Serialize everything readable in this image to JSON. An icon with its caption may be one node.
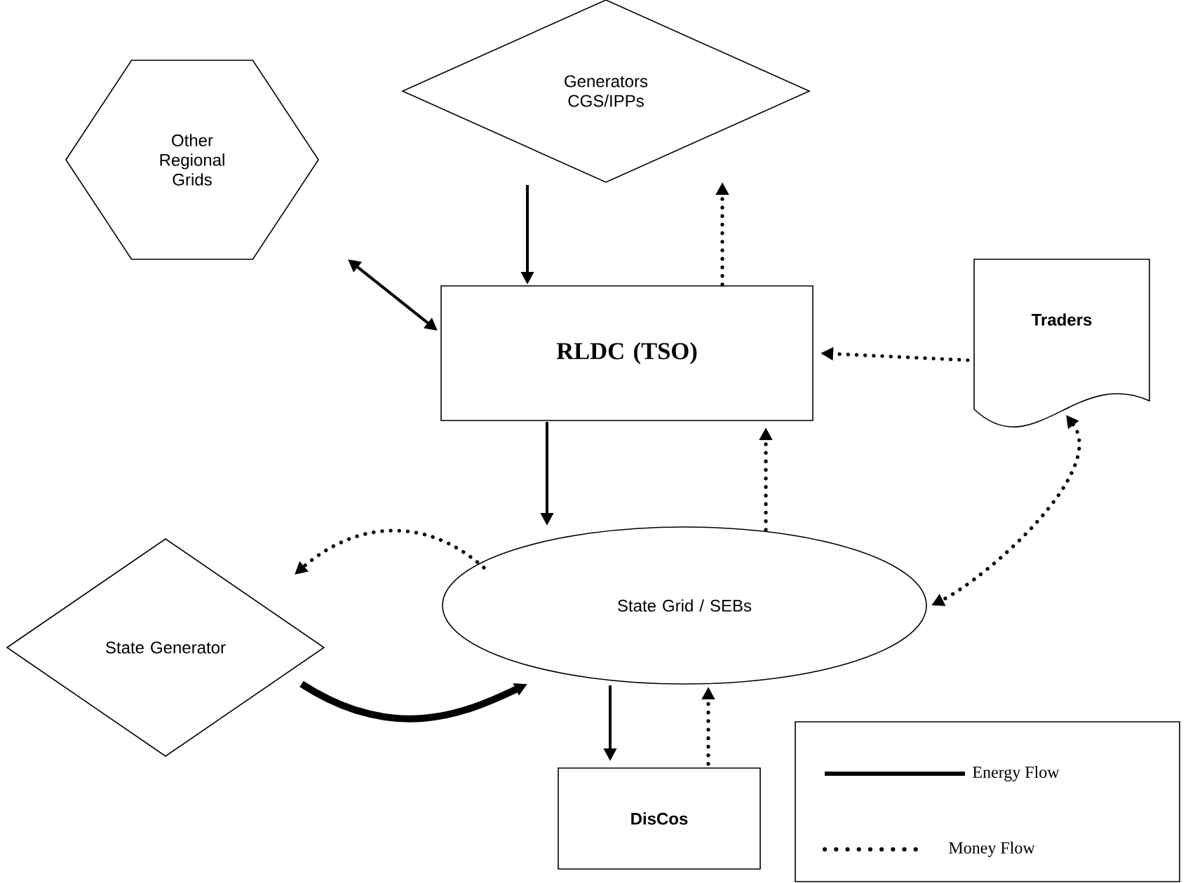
{
  "diagram": {
    "nodes": [
      {
        "text": [
          "Generators CGS/IPPs"
        ]
      },
      {
        "text": [
          "Other Regional Grids"
        ]
      },
      {
        "text": [
          "RLDC (TSO)"
        ]
      },
      {
        "text": [
          "Traders"
        ]
      },
      {
        "text": [
          "State Grid / SEBs"
        ]
      },
      {
        "text": [
          "State Generator"
        ]
      },
      {
        "text": [
          "DisCos"
        ]
      }
    ],
    "edges": [
      {
        "from": 0,
        "to": 2,
        "arrow": "to"
      },
      {
        "from": 1,
        "to": 2,
        "arrow": "both"
      },
      {
        "from": 2,
        "to": 0,
        "arrow": "to",
        "style": "dashed"
      },
      {
        "from": 3,
        "to": 2,
        "arrow": "to",
        "style": "dashed"
      },
      {
        "from": 2,
        "to": 4,
        "arrow": "to"
      },
      {
        "from": 4,
        "to": 2,
        "arrow": "to",
        "style": "dashed"
      },
      {
        "from": 3,
        "to": 4,
        "arrow": "both",
        "style": "dashed"
      },
      {
        "from": 4,
        "to": 5,
        "arrow": "to",
        "style": "dashed"
      },
      {
        "from": 5,
        "to": 4,
        "arrow": "to",
        "style": "thick"
      },
      {
        "from": 4,
        "to": 6,
        "arrow": "to"
      },
      {
        "from": 6,
        "to": 4,
        "arrow": "to",
        "style": "dashed"
      }
    ],
    "legend": [
      {
        "text": "Energy Flow"
      },
      {
        "text": "Money Flow"
      }
    ]
  }
}
